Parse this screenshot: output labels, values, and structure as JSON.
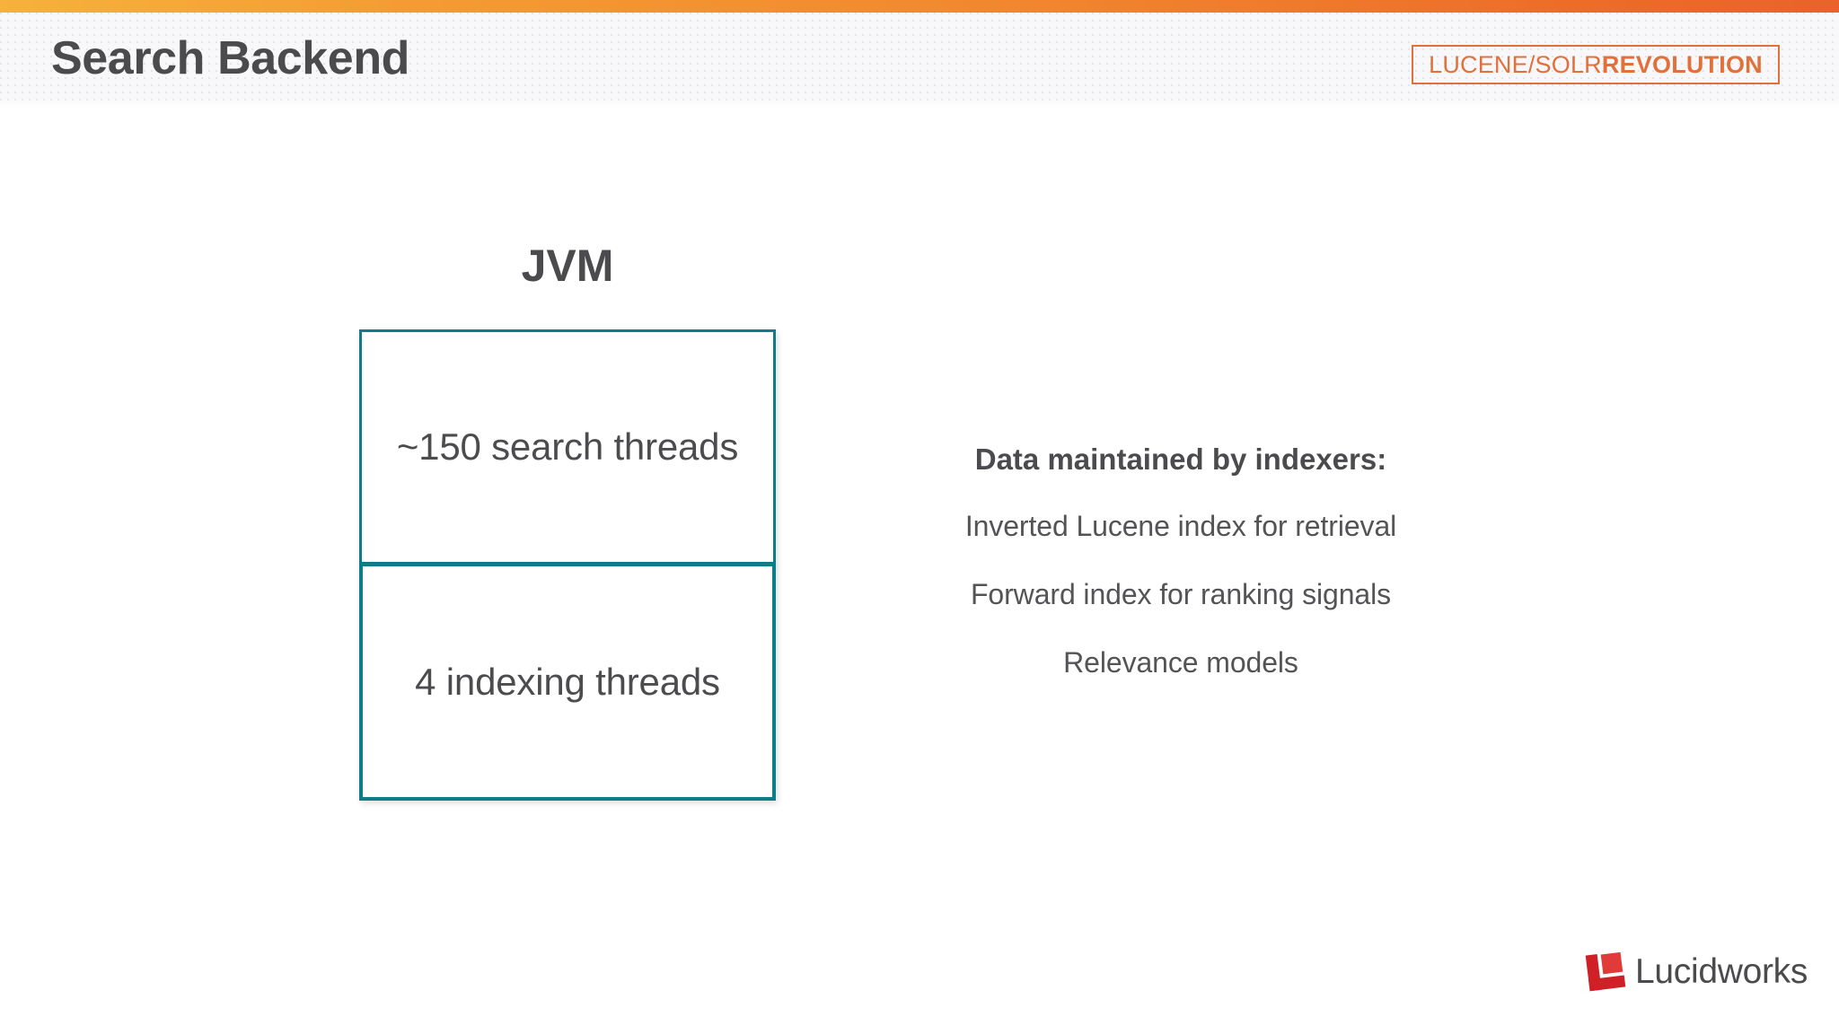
{
  "slide": {
    "title": "Search Backend",
    "accent_orange_left": "#f7b13c",
    "accent_orange_right": "#e9632a",
    "accent_teal": "#0f7c8a",
    "text_gray": "#4b4b4d"
  },
  "conference_logo": {
    "name": "lucene-solr-revolution-logo",
    "text_light": "LUCENE/SOLR",
    "text_bold": "REVOLUTION",
    "color": "#e2703a"
  },
  "diagram": {
    "label": "JVM",
    "boxes": [
      {
        "text": "~150 search threads"
      },
      {
        "text": "4 indexing threads"
      }
    ]
  },
  "notes": {
    "heading": "Data maintained by indexers:",
    "lines": [
      "Inverted Lucene index for retrieval",
      "Forward index for ranking signals",
      "Relevance models"
    ]
  },
  "brand": {
    "name": "Lucidworks",
    "mark_color": "#cf2027"
  }
}
